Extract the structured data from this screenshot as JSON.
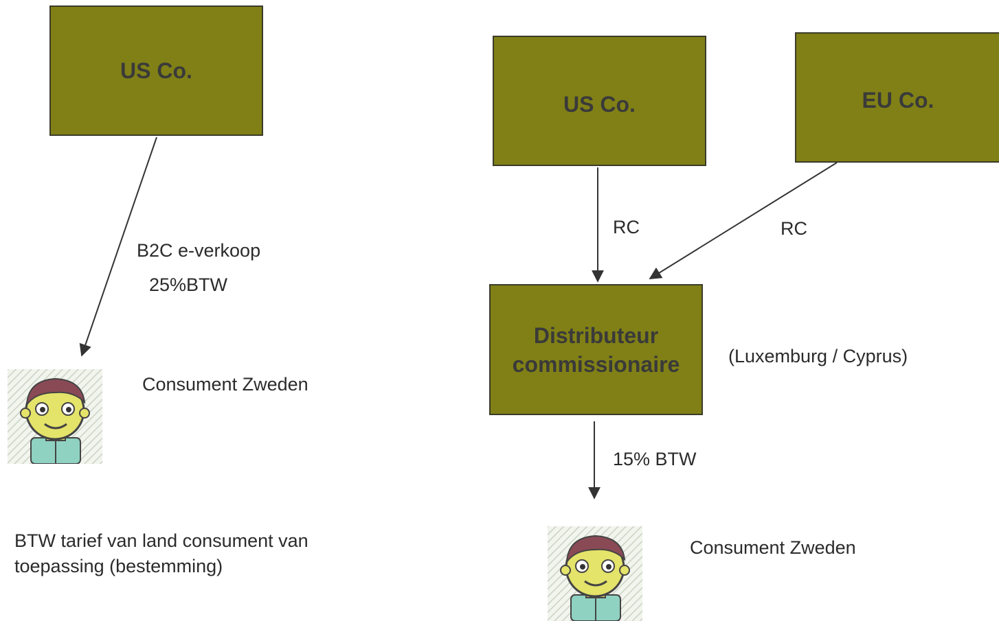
{
  "left": {
    "box": "US Co.",
    "sale_label": "B2C e-verkoop",
    "vat_label": "25%BTW",
    "consumer_label": "Consument Zweden",
    "note_line1": "BTW tarief van land consument van",
    "note_line2": "toepassing (bestemming)"
  },
  "right": {
    "us_box": "US Co.",
    "eu_box": "EU Co.",
    "rc_left": "RC",
    "rc_right": "RC",
    "dist_line1": "Distributeur",
    "dist_line2": "commissionaire",
    "location": "(Luxemburg / Cyprus)",
    "vat_label": "15% BTW",
    "consumer_label": "Consument Zweden"
  },
  "colors": {
    "box_fill": "#808016",
    "box_border": "#3b3b2a",
    "text": "#2b2b2b"
  },
  "icons": [
    "consumer-avatar-icon",
    "consumer-avatar-icon"
  ]
}
